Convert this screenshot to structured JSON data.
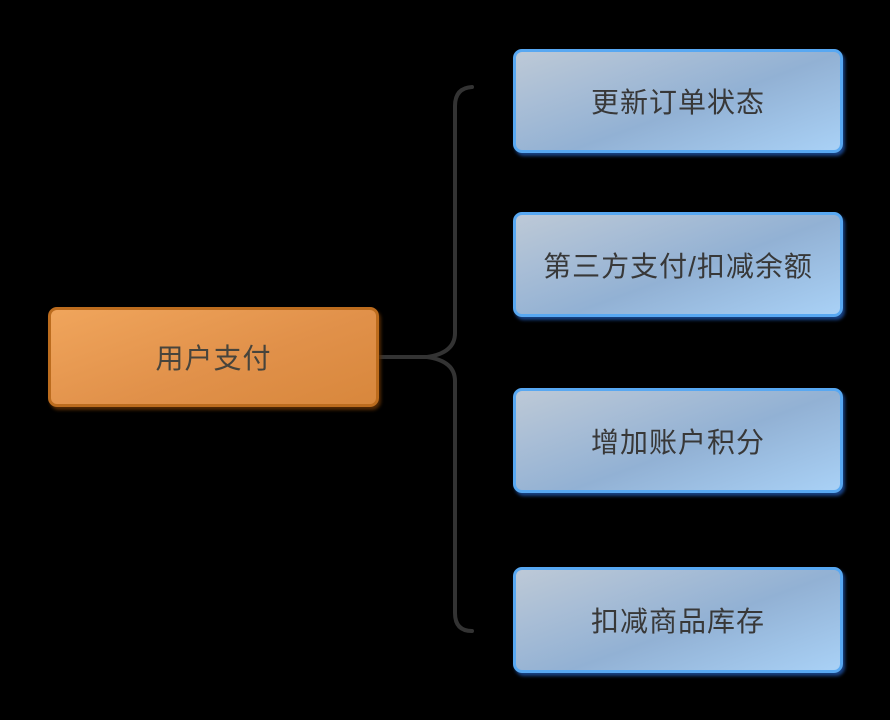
{
  "diagram": {
    "type": "mindmap-branch",
    "background_color": "#000000",
    "root": {
      "label": "用户支付",
      "fill_top": "#F0A55C",
      "fill_bottom": "#D8873C",
      "border_color": "#BC6C1E",
      "text_color": "#47443C"
    },
    "connector": {
      "shape": "curly-brace",
      "color": "#333333"
    },
    "children": [
      {
        "label": "更新订单状态"
      },
      {
        "label": "第三方支付/扣减余额"
      },
      {
        "label": "增加账户积分"
      },
      {
        "label": "扣减商品库存"
      }
    ],
    "child_style": {
      "fill_top": "#BDC9D7",
      "fill_bottom": "#A9D1F6",
      "border_color": "#58A8F2",
      "text_color": "#383838"
    }
  }
}
